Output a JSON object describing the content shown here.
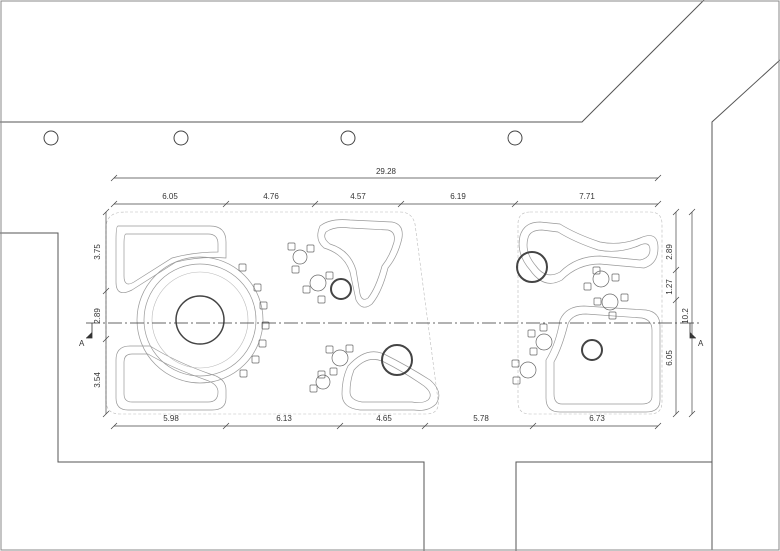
{
  "plan": {
    "section_marker": "A",
    "dims_top": {
      "overall": "29.28",
      "segments": [
        "6.05",
        "4.76",
        "4.57",
        "6.19",
        "7.71"
      ]
    },
    "dims_bottom": {
      "segments": [
        "5.98",
        "6.13",
        "4.65",
        "5.78",
        "6.73"
      ]
    },
    "dims_left": [
      "3.75",
      "2.89",
      "3.54"
    ],
    "dims_right": {
      "segments": [
        "2.89",
        "1.27",
        "6.05"
      ],
      "overall": "10.2"
    }
  }
}
